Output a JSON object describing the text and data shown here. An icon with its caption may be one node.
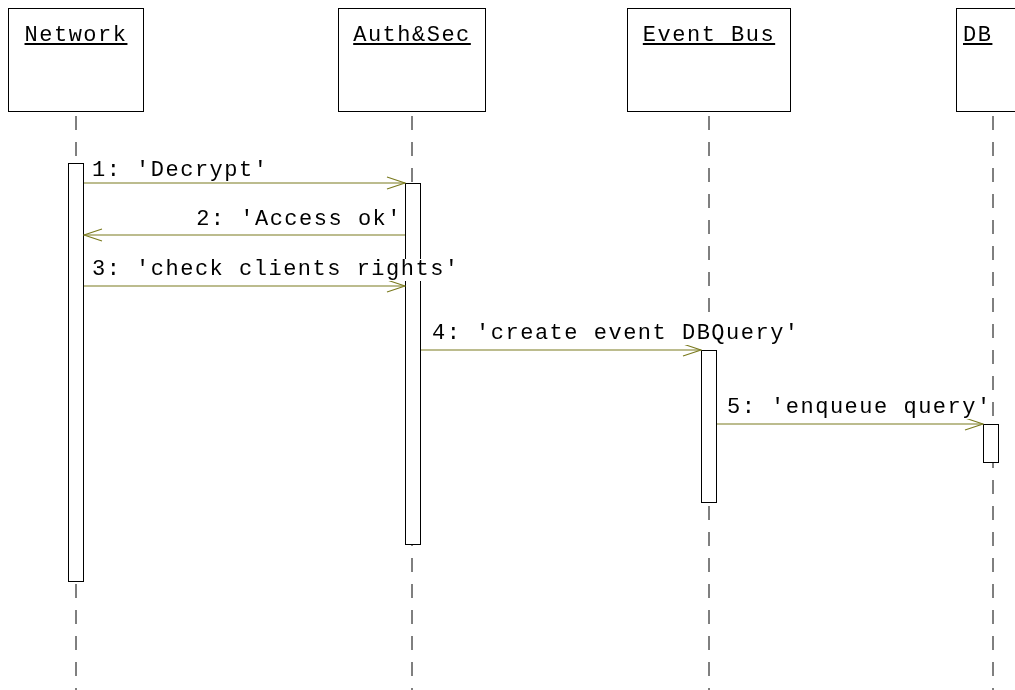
{
  "diagram": {
    "nodes": [
      {
        "text": [
          "Network"
        ]
      },
      {
        "text": [
          "Auth&Sec"
        ]
      },
      {
        "text": [
          "Event Bus"
        ]
      },
      {
        "text": [
          "DB"
        ]
      },
      {
        "text": [],
        "shape": "bar"
      },
      {
        "text": [],
        "shape": "bar"
      },
      {
        "text": [],
        "shape": "bar"
      },
      {
        "text": [],
        "shape": "bar"
      }
    ],
    "edges": [
      {
        "from": 4,
        "to": 5,
        "arrow": "to",
        "label": "1: 'Decrypt'"
      },
      {
        "from": 5,
        "to": 4,
        "arrow": "to",
        "label": "2: 'Access ok'"
      },
      {
        "from": 4,
        "to": 5,
        "arrow": "to",
        "label": "3: 'check clients rights'"
      },
      {
        "from": 5,
        "to": 6,
        "arrow": "to",
        "label": "4: 'create event DBQuery'"
      },
      {
        "from": 6,
        "to": 7,
        "arrow": "to",
        "label": "5: 'enqueue query'"
      }
    ]
  }
}
